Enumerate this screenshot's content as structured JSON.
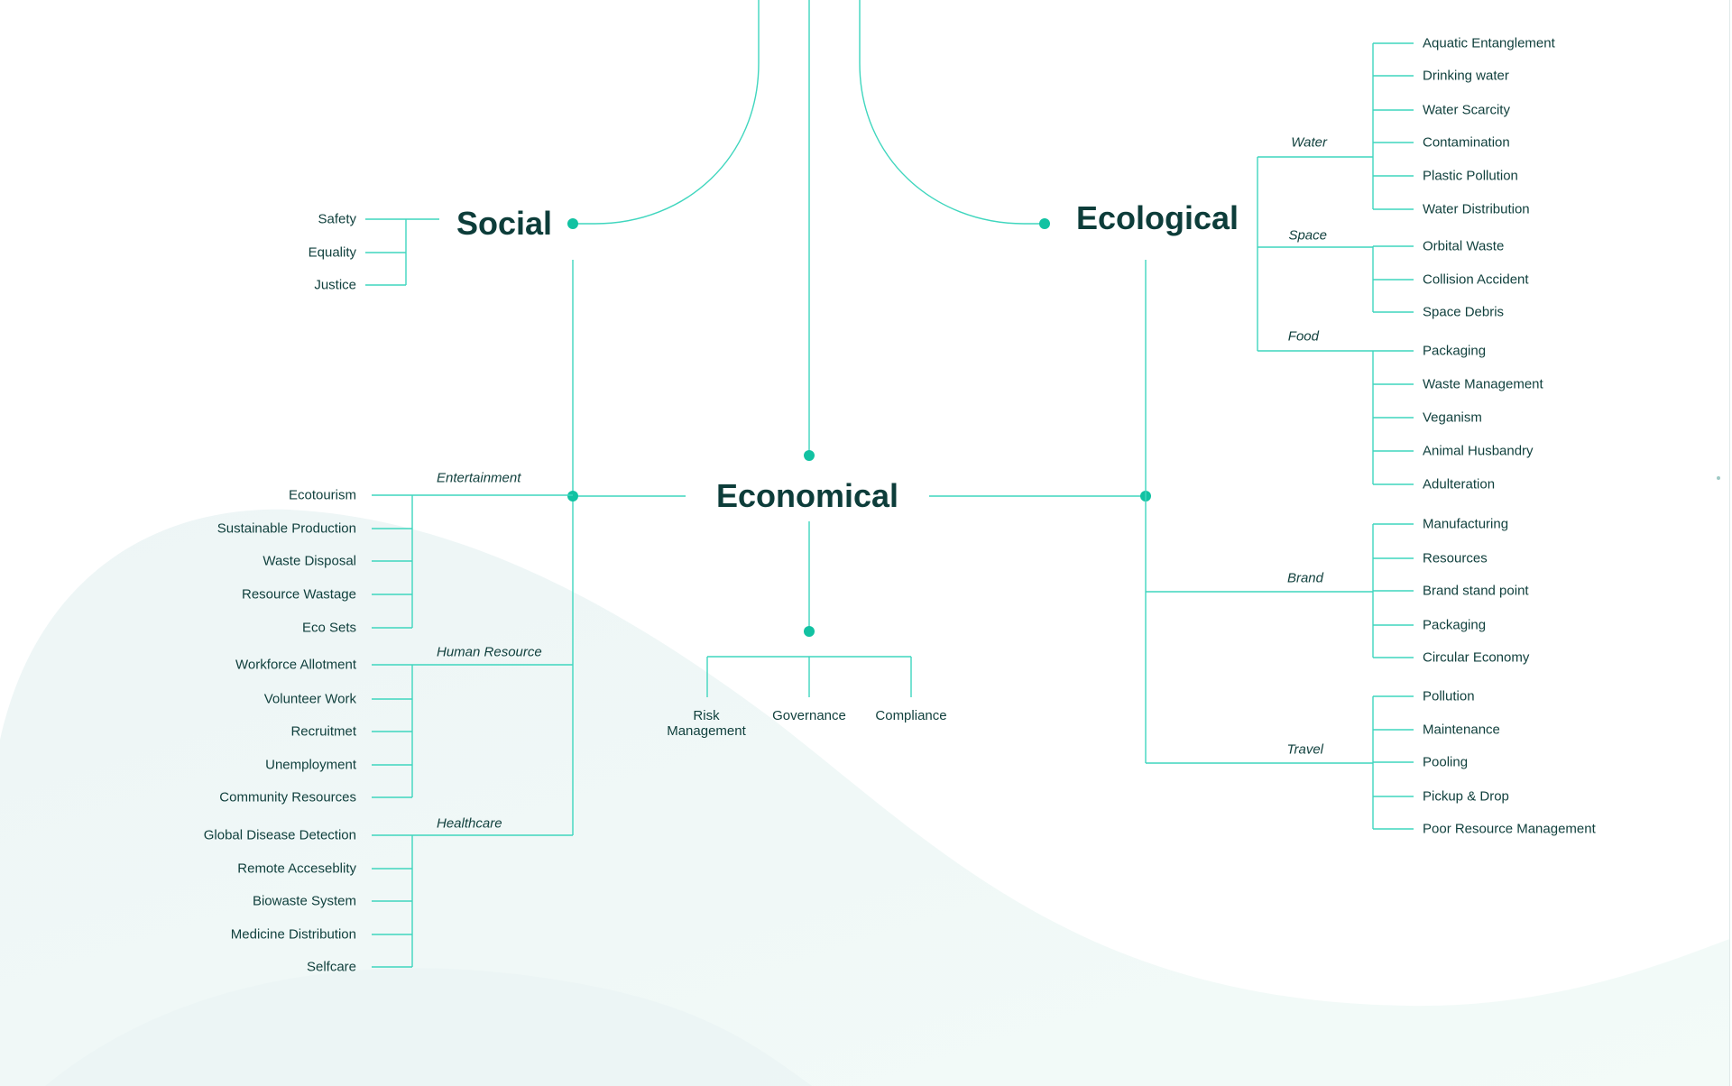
{
  "colors": {
    "line": "#3fd6be",
    "dot": "#12c2a2",
    "hub_text": "#0d3d3a",
    "leaf_text": "#0f3f3c",
    "wave_light": "#eef7f6"
  },
  "hubs": {
    "social": "Social",
    "ecological": "Ecological",
    "economical": "Economical"
  },
  "social": {
    "items": [
      "Safety",
      "Equality",
      "Justice"
    ]
  },
  "economical_left": {
    "entertainment": {
      "label": "Entertainment",
      "items": [
        "Ecotourism",
        "Sustainable Production",
        "Waste Disposal",
        "Resource Wastage",
        "Eco Sets"
      ]
    },
    "human_resource": {
      "label": "Human Resource",
      "items": [
        "Workforce Allotment",
        "Volunteer Work",
        "Recruitmet",
        "Unemployment",
        "Community Resources"
      ]
    },
    "healthcare": {
      "label": "Healthcare",
      "items": [
        "Global Disease Detection",
        "Remote Acceseblity",
        "Biowaste System",
        "Medicine Distribution",
        "Selfcare"
      ]
    }
  },
  "economical_bottom": {
    "items": [
      "Risk Management",
      "Governance",
      "Compliance"
    ]
  },
  "ecological": {
    "water": {
      "label": "Water",
      "items": [
        "Aquatic Entanglement",
        "Drinking water",
        "Water Scarcity",
        "Contamination",
        "Plastic Pollution",
        "Water Distribution"
      ]
    },
    "space": {
      "label": "Space",
      "items": [
        "Orbital Waste",
        "Collision Accident",
        "Space Debris"
      ]
    },
    "food": {
      "label": "Food",
      "items": [
        "Packaging",
        "Waste Management",
        "Veganism",
        "Animal Husbandry",
        "Adulteration"
      ]
    },
    "brand": {
      "label": "Brand",
      "items": [
        "Manufacturing",
        "Resources",
        "Brand stand point",
        "Packaging",
        "Circular Economy"
      ]
    },
    "travel": {
      "label": "Travel",
      "items": [
        "Pollution",
        "Maintenance",
        "Pooling",
        "Pickup & Drop",
        "Poor Resource Management"
      ]
    }
  }
}
